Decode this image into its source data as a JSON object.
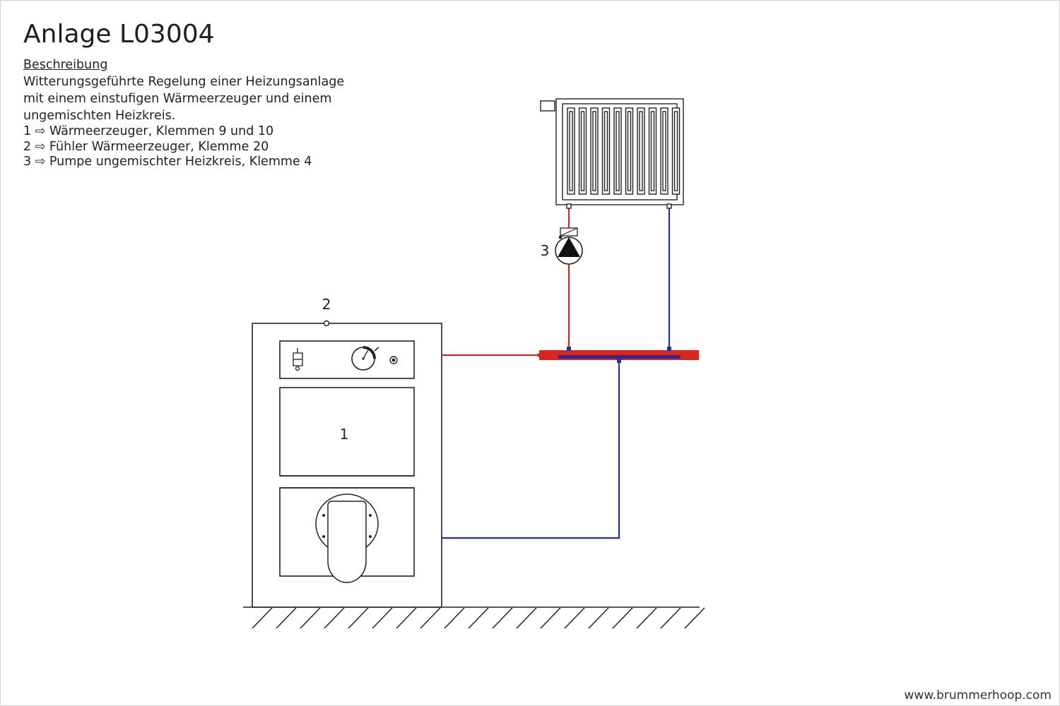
{
  "title": "Anlage L03004",
  "description": {
    "heading": "Beschreibung",
    "lines": [
      "Witterungsgeführte Regelung einer Heizungsanlage",
      "mit einem einstufigen Wärmeerzeuger und einem",
      "ungemischten Heizkreis."
    ],
    "legend": [
      "1 ⇨ Wärmeerzeuger, Klemmen 9 und 10",
      "2 ⇨ Fühler Wärmeerzeuger, Klemme 20",
      "3 ⇨ Pumpe ungemischter Heizkreis, Klemme 4"
    ]
  },
  "diagram": {
    "label_boiler": "1",
    "label_sensor": "2",
    "label_pump": "3",
    "colors": {
      "supply": "#d7261e",
      "return": "#1f2fa8",
      "line": "#222222"
    }
  },
  "footer": "www.brummerhoop.com"
}
